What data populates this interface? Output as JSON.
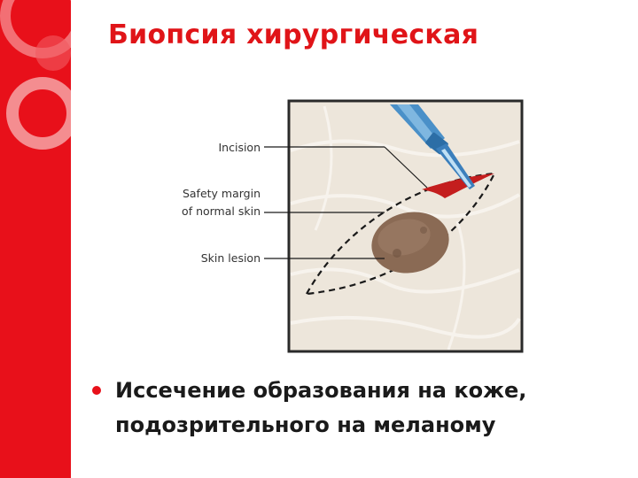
{
  "slide": {
    "title": "Биопсия хирургическая",
    "bullet": {
      "line1": "Иссечение образования на коже,",
      "line2": "подозрительного на меланому"
    }
  },
  "figure": {
    "labels": {
      "incision": "Incision",
      "margin_line1": "Safety margin",
      "margin_line2": "of normal skin",
      "lesion": "Skin lesion"
    }
  },
  "colors": {
    "accent_red": "#e8101a",
    "title_red": "#e01418",
    "skin": "#ede6db",
    "lesion": "#8a6a54",
    "scalpel_blue": "#4a90c8"
  }
}
